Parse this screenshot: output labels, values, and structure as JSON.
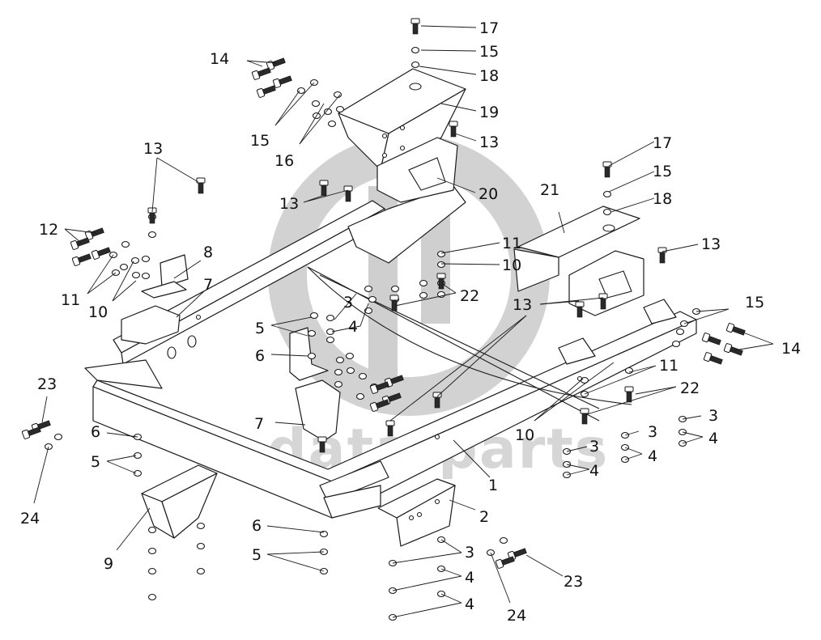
{
  "diagram": {
    "title": "Exploded view — frame rails and engine mount assembly",
    "watermark_text": "data-parts",
    "watermark_logo": "circle-logo",
    "colors": {
      "line": "#1a1a1a",
      "watermark": "#cfcfcf",
      "background": "#ffffff"
    },
    "callouts": [
      {
        "id": "c17a",
        "label": "17"
      },
      {
        "id": "c15a",
        "label": "15"
      },
      {
        "id": "c18a",
        "label": "18"
      },
      {
        "id": "c19",
        "label": "19"
      },
      {
        "id": "c13a",
        "label": "13"
      },
      {
        "id": "c14a",
        "label": "14"
      },
      {
        "id": "c15b",
        "label": "15"
      },
      {
        "id": "c16",
        "label": "16"
      },
      {
        "id": "c20",
        "label": "20"
      },
      {
        "id": "c13b",
        "label": "13"
      },
      {
        "id": "c13c",
        "label": "13"
      },
      {
        "id": "c12",
        "label": "12"
      },
      {
        "id": "c8",
        "label": "8"
      },
      {
        "id": "c7a",
        "label": "7"
      },
      {
        "id": "c11a",
        "label": "11"
      },
      {
        "id": "c10a",
        "label": "10"
      },
      {
        "id": "c17b",
        "label": "17"
      },
      {
        "id": "c15c",
        "label": "15"
      },
      {
        "id": "c18b",
        "label": "18"
      },
      {
        "id": "c21",
        "label": "21"
      },
      {
        "id": "c13d",
        "label": "13"
      },
      {
        "id": "c11b",
        "label": "11"
      },
      {
        "id": "c10b",
        "label": "10"
      },
      {
        "id": "c22a",
        "label": "22"
      },
      {
        "id": "c3a",
        "label": "3"
      },
      {
        "id": "c4a",
        "label": "4"
      },
      {
        "id": "c5a",
        "label": "5"
      },
      {
        "id": "c6a",
        "label": "6"
      },
      {
        "id": "c13e",
        "label": "13"
      },
      {
        "id": "c15d",
        "label": "15"
      },
      {
        "id": "c14b",
        "label": "14"
      },
      {
        "id": "c11c",
        "label": "11"
      },
      {
        "id": "c22b",
        "label": "22"
      },
      {
        "id": "c7b",
        "label": "7"
      },
      {
        "id": "c10c",
        "label": "10"
      },
      {
        "id": "c3b",
        "label": "3"
      },
      {
        "id": "c4b",
        "label": "4"
      },
      {
        "id": "c3c",
        "label": "3"
      },
      {
        "id": "c4c",
        "label": "4"
      },
      {
        "id": "c3d",
        "label": "3"
      },
      {
        "id": "c4d",
        "label": "4"
      },
      {
        "id": "c1",
        "label": "1"
      },
      {
        "id": "c23a",
        "label": "23"
      },
      {
        "id": "c24a",
        "label": "24"
      },
      {
        "id": "c6b",
        "label": "6"
      },
      {
        "id": "c5b",
        "label": "5"
      },
      {
        "id": "c9",
        "label": "9"
      },
      {
        "id": "c2",
        "label": "2"
      },
      {
        "id": "c6c",
        "label": "6"
      },
      {
        "id": "c5c",
        "label": "5"
      },
      {
        "id": "c3e",
        "label": "3"
      },
      {
        "id": "c4e",
        "label": "4"
      },
      {
        "id": "c4f",
        "label": "4"
      },
      {
        "id": "c23b",
        "label": "23"
      },
      {
        "id": "c24b",
        "label": "24"
      }
    ]
  }
}
